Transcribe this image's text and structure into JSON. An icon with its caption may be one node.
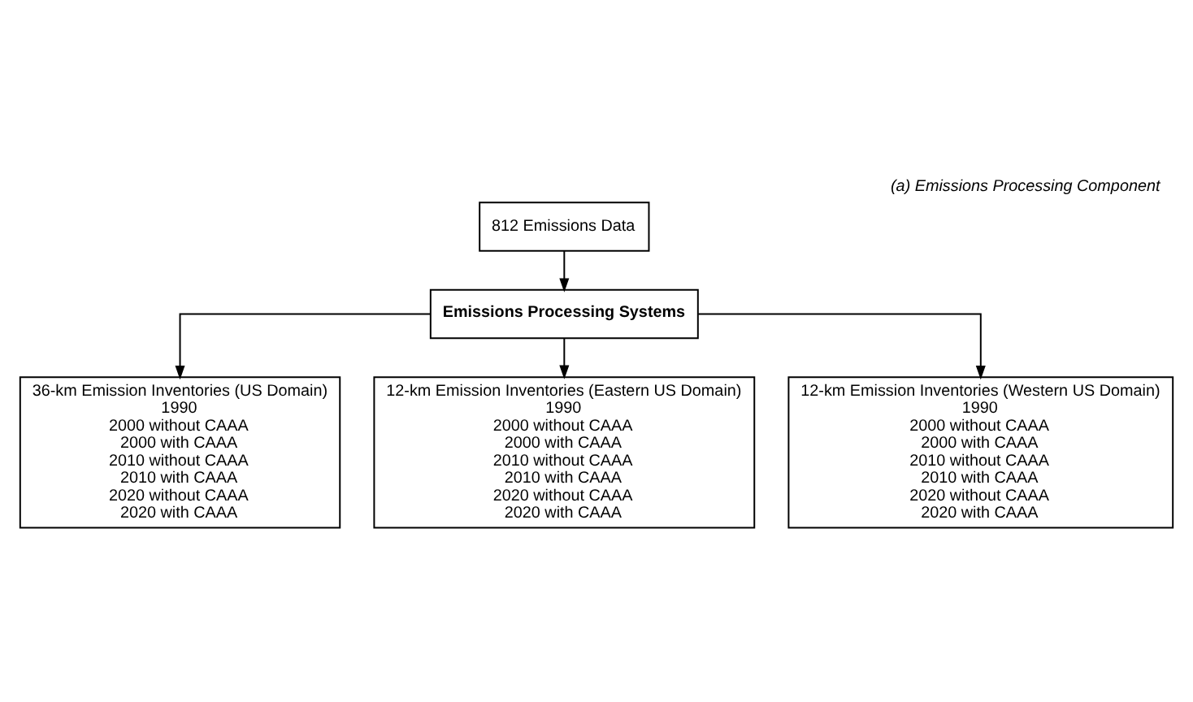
{
  "diagram": {
    "title": "(a) Emissions Processing Component",
    "nodes": [
      {
        "text": [
          "812 Emissions Data"
        ]
      },
      {
        "text": [
          "Emissions Processing Systems"
        ]
      },
      {
        "text": [
          "36-km Emission Inventories (US Domain)",
          "1990",
          "2000 without CAAA",
          "2000 with CAAA",
          "2010 without CAAA",
          "2010 with CAAA",
          "2020 without CAAA",
          "2020 with CAAA"
        ]
      },
      {
        "text": [
          "12-km Emission Inventories (Eastern US Domain)",
          "1990",
          "2000 without CAAA",
          "2000 with CAAA",
          "2010 without CAAA",
          "2010 with CAAA",
          "2020 without CAAA",
          "2020 with CAAA"
        ]
      },
      {
        "text": [
          "12-km Emission Inventories (Western US Domain)",
          "1990",
          "2000 without CAAA",
          "2000 with CAAA",
          "2010 without CAAA",
          "2010 with CAAA",
          "2020 without CAAA",
          "2020 with CAAA"
        ]
      }
    ],
    "edges": [
      {
        "from": 0,
        "to": 1,
        "arrow": "to"
      },
      {
        "from": 1,
        "to": 2,
        "arrow": "to"
      },
      {
        "from": 1,
        "to": 3,
        "arrow": "to"
      },
      {
        "from": 1,
        "to": 4,
        "arrow": "to"
      }
    ]
  }
}
